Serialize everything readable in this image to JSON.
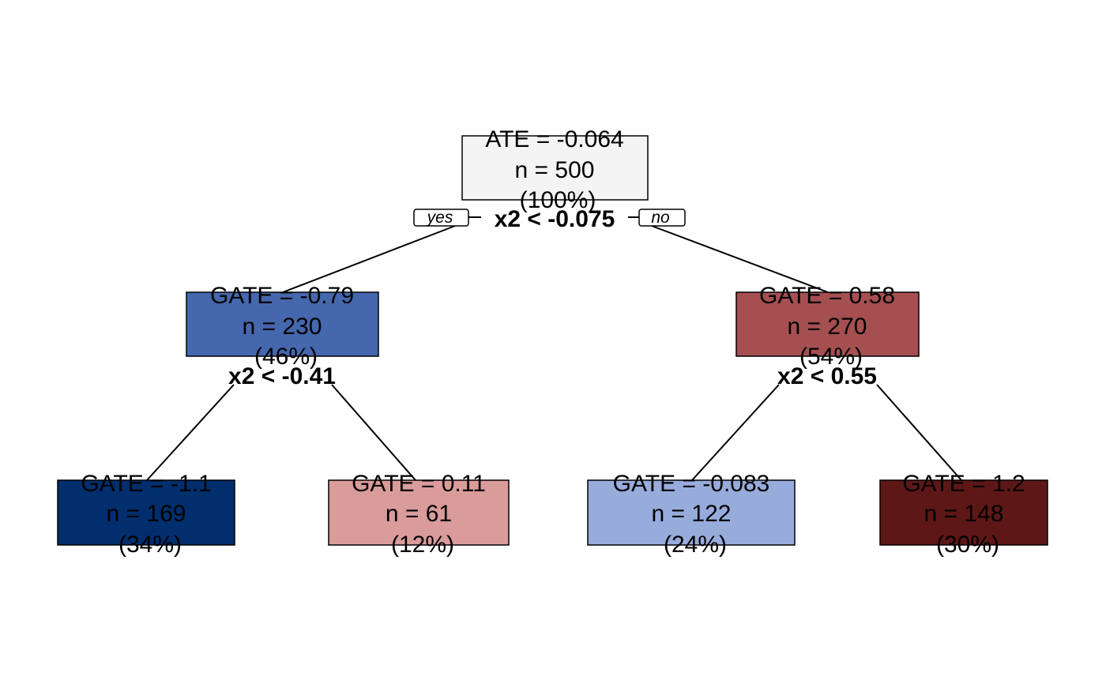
{
  "tree": {
    "branch_labels": {
      "yes": "yes",
      "no": "no"
    },
    "nodes": [
      {
        "id": "root",
        "lines": [
          "ATE = -0.064",
          "n = 500",
          "(100%)"
        ],
        "fill": "#f4f4f4",
        "split": "x2 < -0.075"
      },
      {
        "id": "left",
        "lines": [
          "GATE = -0.79",
          "n = 230",
          "(46%)"
        ],
        "fill": "#4567ad",
        "split": "x2 < -0.41"
      },
      {
        "id": "right",
        "lines": [
          "GATE = 0.58",
          "n = 270",
          "(54%)"
        ],
        "fill": "#a54f51",
        "split": "x2 < 0.55"
      },
      {
        "id": "left-left",
        "lines": [
          "GATE = -1.1",
          "n = 169",
          "(34%)"
        ],
        "fill": "#012e6c"
      },
      {
        "id": "left-right",
        "lines": [
          "GATE = 0.11",
          "n = 61",
          "(12%)"
        ],
        "fill": "#d99c9b"
      },
      {
        "id": "right-left",
        "lines": [
          "GATE = -0.083",
          "n = 122",
          "(24%)"
        ],
        "fill": "#97acdb"
      },
      {
        "id": "right-right",
        "lines": [
          "GATE = 1.2",
          "n = 148",
          "(30%)"
        ],
        "fill": "#5e1717"
      }
    ]
  }
}
